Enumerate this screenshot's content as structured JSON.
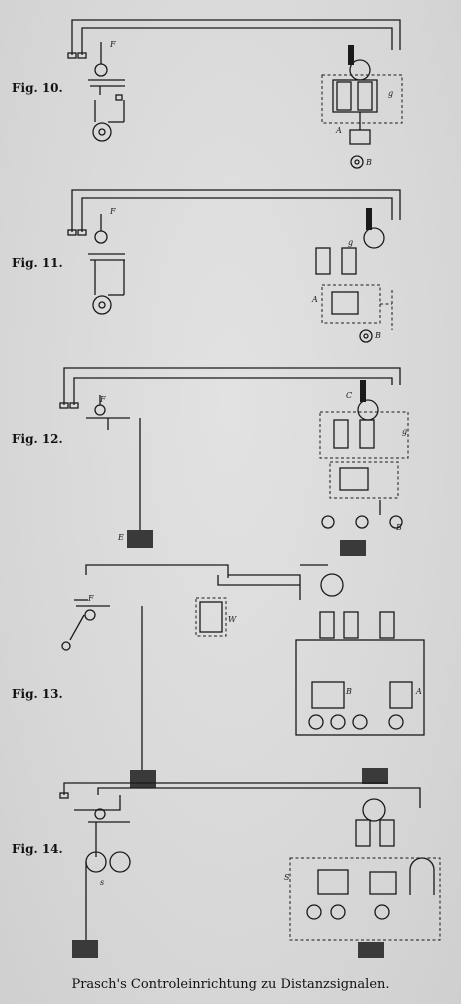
{
  "figures": [
    {
      "label": "Fig. 10."
    },
    {
      "label": "Fig. 11."
    },
    {
      "label": "Fig. 12."
    },
    {
      "label": "Fig. 13."
    },
    {
      "label": "Fig. 14."
    }
  ],
  "caption": "Prasch's Controleinrichtung zu Distanzsignalen."
}
